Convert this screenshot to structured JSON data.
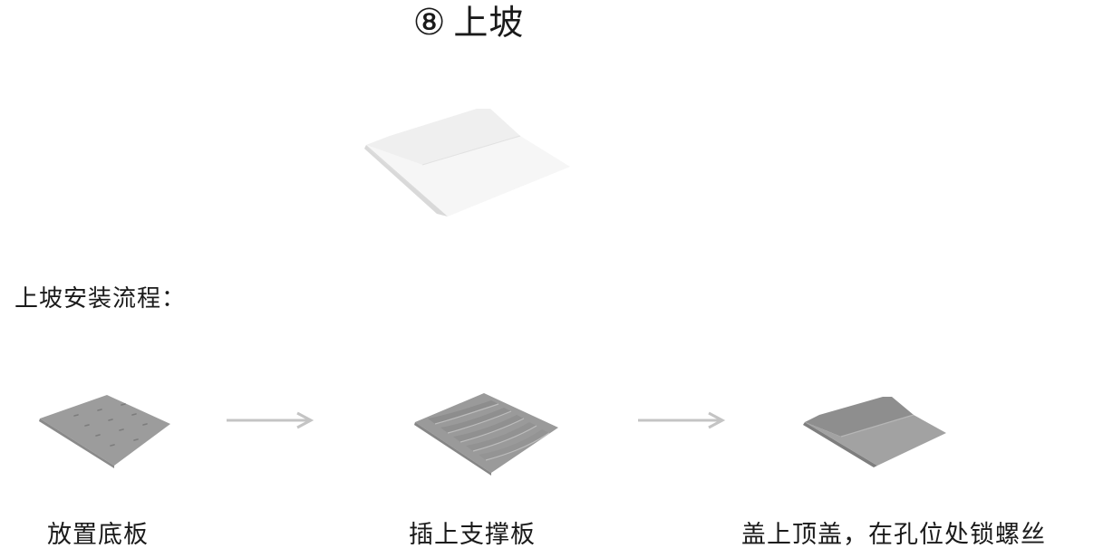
{
  "title": {
    "number": "⑧",
    "text": "上坡"
  },
  "section_heading": "上坡安装流程：",
  "steps": [
    {
      "label": "放置底板"
    },
    {
      "label": "插上支撑板"
    },
    {
      "label": "盖上顶盖，在孔位处锁螺丝"
    }
  ],
  "colors": {
    "hero_top": "#f2f2f2",
    "hero_side": "#dedede",
    "part_gray": "#9a9a9a",
    "arrow_gray": "#c4c4c4"
  }
}
